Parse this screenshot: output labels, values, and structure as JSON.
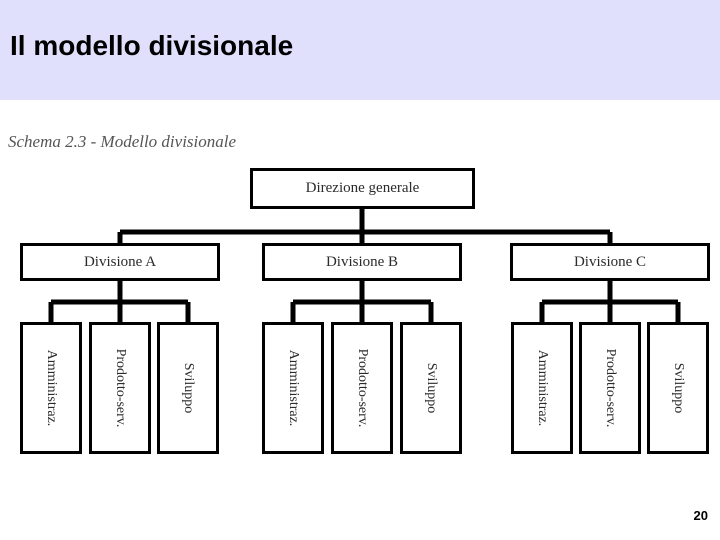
{
  "slide": {
    "title": "Il modello divisionale",
    "page_number": "20",
    "header_color": "#E0E0FC",
    "line_color": "#000000",
    "box_fill": "#FFFFFF"
  },
  "figure": {
    "caption": "Schema 2.3 - Modello divisionale"
  },
  "chart_data": {
    "type": "diagram",
    "diagram_kind": "org-chart",
    "title": "Schema 2.3 - Modello divisionale",
    "orientation": "top-down",
    "root": {
      "id": "direzione-generale",
      "label": "Direzione generale"
    },
    "divisions": [
      {
        "id": "divisione-a",
        "label": "Divisione A",
        "units": [
          {
            "id": "a-amministraz",
            "label": "Amministraz."
          },
          {
            "id": "a-prodotto-serv",
            "label": "Prodotto-serv."
          },
          {
            "id": "a-sviluppo",
            "label": "Sviluppo"
          }
        ]
      },
      {
        "id": "divisione-b",
        "label": "Divisione B",
        "units": [
          {
            "id": "b-amministraz",
            "label": "Amministraz."
          },
          {
            "id": "b-prodotto-serv",
            "label": "Prodotto-serv."
          },
          {
            "id": "b-sviluppo",
            "label": "Sviluppo"
          }
        ]
      },
      {
        "id": "divisione-c",
        "label": "Divisione C",
        "units": [
          {
            "id": "c-amministraz",
            "label": "Amministraz."
          },
          {
            "id": "c-prodotto-serv",
            "label": "Prodotto-serv."
          },
          {
            "id": "c-sviluppo",
            "label": "Sviluppo"
          }
        ]
      }
    ],
    "levels": 3,
    "node_count": 13
  }
}
